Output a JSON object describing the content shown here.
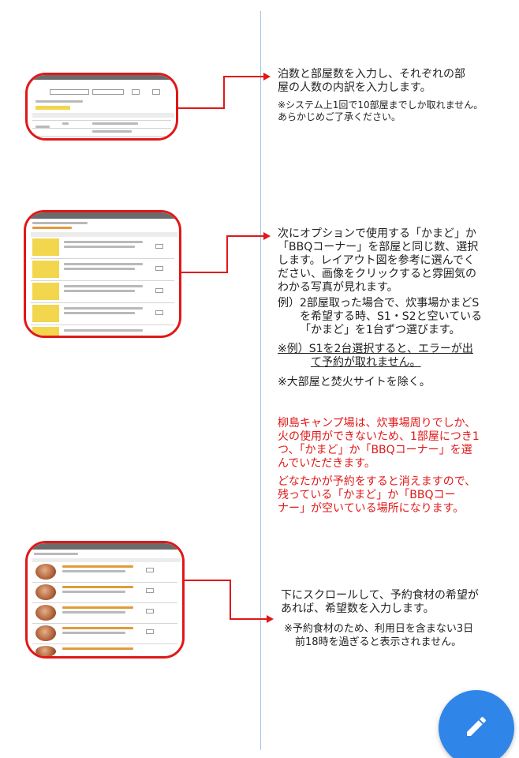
{
  "section1": {
    "main_text": [
      "泊数と部屋数を入力し、それぞれの部",
      "屋の人数の内訳を入力します。"
    ],
    "note_text": [
      "※システム上1回で10部屋までしか取れません。",
      "あらかじめご了承ください。"
    ]
  },
  "section2": {
    "main_text": [
      "次にオプションで使用する「かまど」か",
      "「BBQコーナー」を部屋と同じ数、選択",
      "します。レイアウト図を参考に選んでく",
      "ださい、画像をクリックすると雰囲気の",
      "わかる写真が見れます。"
    ],
    "example_text": [
      "例）2部屋取った場合で、炊事場かまどS",
      "を希望する時、S1・S2と空いている",
      "「かまど」を1台ずつ選びます。"
    ],
    "warning_text": [
      "※例）S1を2台選択すると、エラーが出",
      "て予約が取れません。"
    ],
    "exclusion_text": "※大部屋と焚火サイトを除く。"
  },
  "red_notice": {
    "para1": [
      "柳島キャンプ場は、炊事場周りでしか、",
      "火の使用ができないため、1部屋につき1",
      "つ、「かまど」か「BBQコーナー」を選",
      "んでいただきます。"
    ],
    "para2": [
      "どなたかが予約をすると消えますので、",
      "残っている「かまど」か「BBQコー",
      "ナー」が空いている場所になります。"
    ]
  },
  "section3": {
    "main_text": [
      "下にスクロールして、予約食材の希望が",
      "あれば、希望数を入力します。"
    ],
    "note_text": [
      "※予約食材のため、利用日を含まない3日",
      "前18時を過ぎると表示されません。"
    ]
  },
  "icons": {
    "edit": "pencil-icon"
  },
  "colors": {
    "accent_red": "#e01818",
    "fab_blue": "#2f86e8",
    "divider": "#a9c4e8"
  }
}
